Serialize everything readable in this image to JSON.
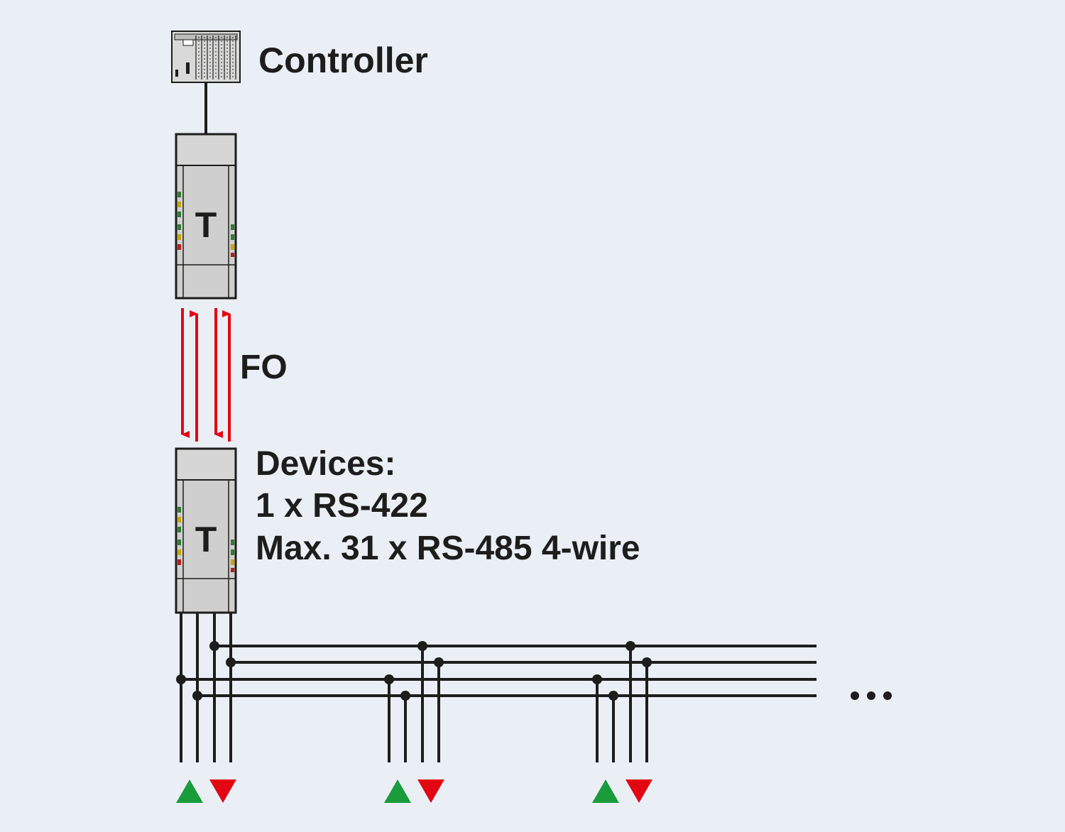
{
  "diagram": {
    "controller": {
      "label": "Controller",
      "icon": "plc-controller-icon"
    },
    "upper_module": {
      "mark": "T"
    },
    "lower_module": {
      "mark": "T"
    },
    "fiber_link": {
      "label": "FO",
      "color": "#e30613"
    },
    "devices": {
      "lines": [
        "Devices:",
        "1 x RS-422",
        "Max. 31 x RS-485 4-wire"
      ]
    },
    "bus_continuation": "…",
    "colors": {
      "background": "#eaeff6",
      "line": "#1d1d1b",
      "module_fill": "#cfcfcf",
      "send_arrow": "#1a9b3c",
      "receive_arrow": "#e30613"
    }
  }
}
